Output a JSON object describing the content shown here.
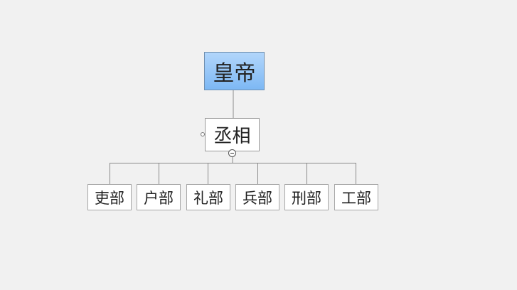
{
  "root": {
    "label": "皇帝"
  },
  "middle": {
    "label": "丞相"
  },
  "children": [
    {
      "label": "吏部"
    },
    {
      "label": "户部"
    },
    {
      "label": "礼部"
    },
    {
      "label": "兵部"
    },
    {
      "label": "刑部"
    },
    {
      "label": "工部"
    }
  ],
  "colors": {
    "background": "#f1f1f1",
    "root_fill_top": "#b2d6fb",
    "root_fill_bottom": "#7db8f4",
    "connector": "#8a8a8a"
  }
}
